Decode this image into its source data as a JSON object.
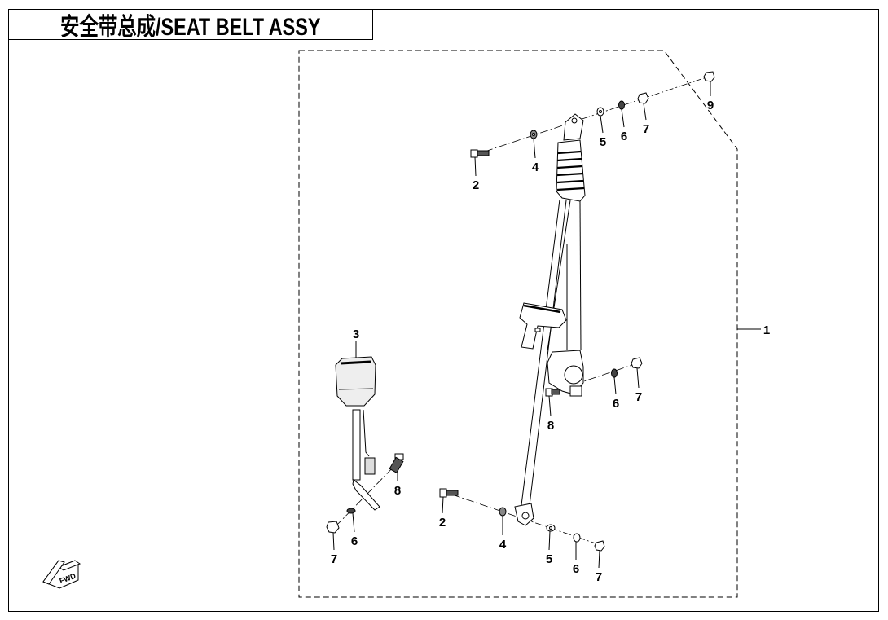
{
  "title": "安全带总成/SEAT BELT ASSY",
  "fwd_icon_label": "FWD",
  "callouts": [
    {
      "id": "c9",
      "label": "9"
    },
    {
      "id": "c7a",
      "label": "7"
    },
    {
      "id": "c6a",
      "label": "6"
    },
    {
      "id": "c5a",
      "label": "5"
    },
    {
      "id": "c4a",
      "label": "4"
    },
    {
      "id": "c2a",
      "label": "2"
    },
    {
      "id": "c1",
      "label": "1"
    },
    {
      "id": "c3",
      "label": "3"
    },
    {
      "id": "c7b",
      "label": "7"
    },
    {
      "id": "c6b",
      "label": "6"
    },
    {
      "id": "c8a",
      "label": "8"
    },
    {
      "id": "c8b",
      "label": "8"
    },
    {
      "id": "c2b",
      "label": "2"
    },
    {
      "id": "c4b",
      "label": "4"
    },
    {
      "id": "c5b",
      "label": "5"
    },
    {
      "id": "c6c",
      "label": "6"
    },
    {
      "id": "c7c",
      "label": "7"
    },
    {
      "id": "c6d",
      "label": "6"
    },
    {
      "id": "c7d",
      "label": "7"
    }
  ]
}
